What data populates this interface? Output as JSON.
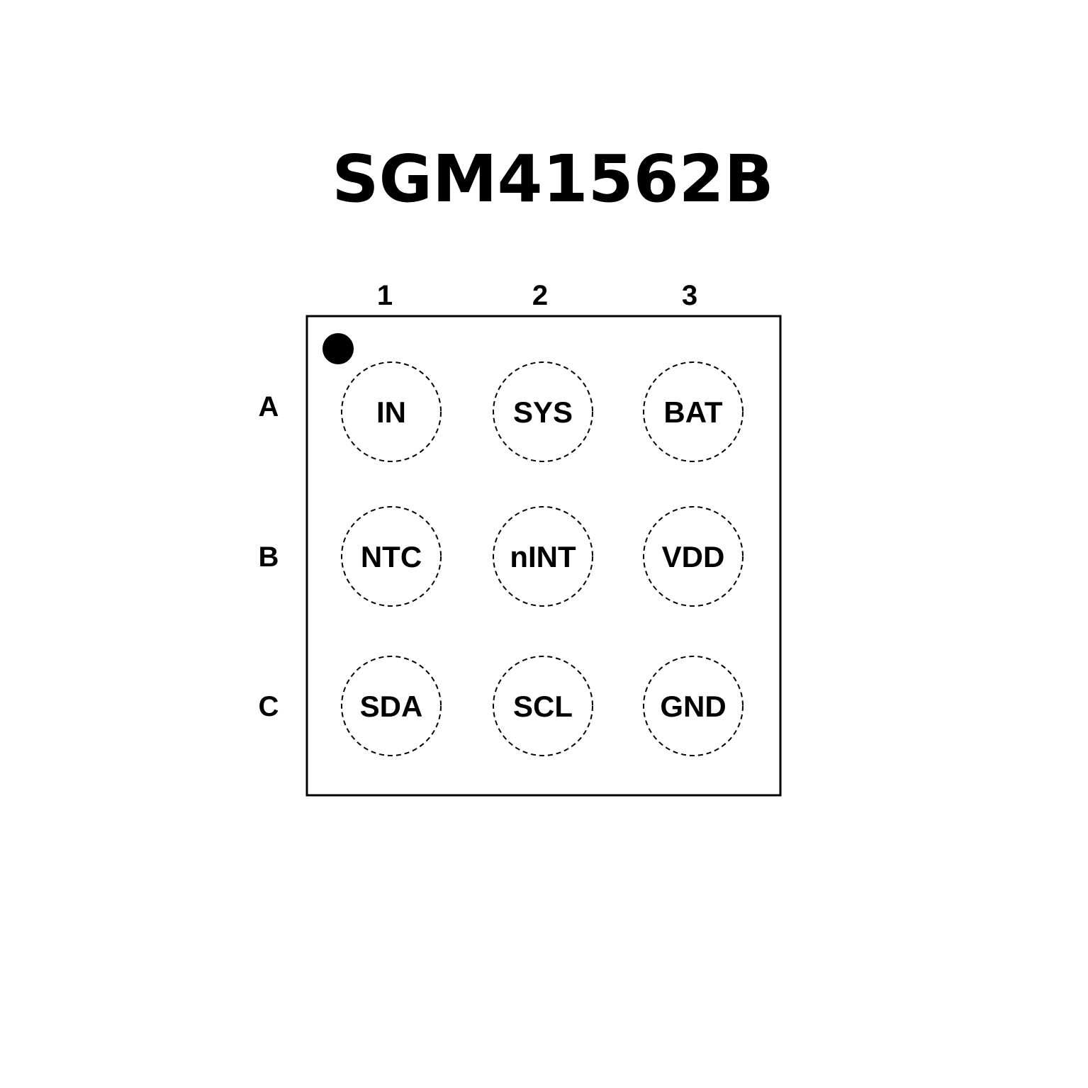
{
  "title": "SGM41562B",
  "columns": [
    "1",
    "2",
    "3"
  ],
  "rows": [
    "A",
    "B",
    "C"
  ],
  "pins": [
    [
      "IN",
      "SYS",
      "BAT"
    ],
    [
      "NTC",
      "nINT",
      "VDD"
    ],
    [
      "SDA",
      "SCL",
      "GND"
    ]
  ]
}
